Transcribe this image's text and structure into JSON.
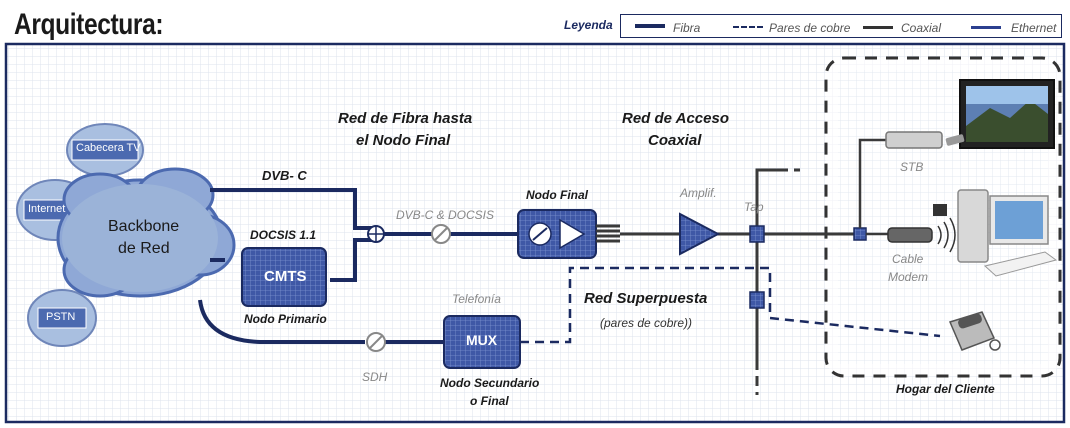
{
  "title": "Arquitectura:",
  "legend": {
    "title": "Leyenda",
    "items": [
      {
        "label": "Fibra"
      },
      {
        "label": "Pares de cobre"
      },
      {
        "label": "Coaxial"
      },
      {
        "label": "Ethernet"
      }
    ]
  },
  "colors": {
    "fiber": "#1b2a60",
    "coax": "#3a3a3a",
    "ethernet": "#2b3f8f",
    "copper": "#1b2a60",
    "node_fill": "#3f58a6",
    "cloud": "#9bb3d8"
  },
  "clouds": {
    "cabecera": "Cabecera TV",
    "internet": "Internet",
    "pstn": "PSTN",
    "backbone_line1": "Backbone",
    "backbone_line2": "de Red"
  },
  "labels": {
    "red_fibra_1": "Red de Fibra hasta",
    "red_fibra_2": "el Nodo Final",
    "red_acceso_1": "Red de Acceso",
    "red_acceso_2": "Coaxial",
    "dvbc": "DVB- C",
    "docsis": "DOCSIS 1.1",
    "cmts": "CMTS",
    "nodo_primario": "Nodo Primario",
    "dvbc_docsis": "DVB-C & DOCSIS",
    "nodo_final": "Nodo Final",
    "amplif": "Amplif.",
    "tap": "Tap",
    "stb": "STB",
    "cable_modem_1": "Cable",
    "cable_modem_2": "Modem",
    "telefonia": "Telefonía",
    "mux": "MUX",
    "red_superpuesta": "Red Superpuesta",
    "pares_cobre": "(pares de cobre))",
    "sdh": "SDH",
    "nodo_secundario_1": "Nodo Secundario",
    "nodo_secundario_2": "o Final",
    "hogar": "Hogar del Cliente"
  }
}
